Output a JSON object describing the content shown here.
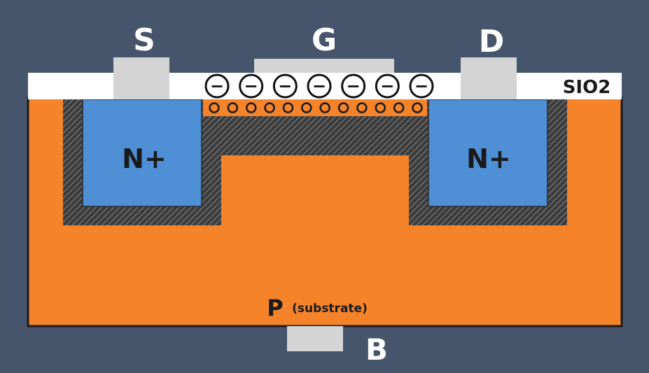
{
  "terminals": {
    "source": "S",
    "gate": "G",
    "drain": "D",
    "body": "B"
  },
  "oxide_label": "SIO2",
  "regions": {
    "source_doping": "N+",
    "drain_doping": "N+",
    "substrate_type": "P",
    "substrate_note": "(substrate)"
  },
  "electron_sign": "−",
  "electron_count": 7,
  "carrier_count": 12,
  "colors": {
    "background": "#46556c",
    "substrate": "#f5832a",
    "n_plus": "#4f8fd6",
    "oxide": "#ffffff",
    "contact": "#d4d4d4",
    "depletion": "#4a4a4a"
  }
}
